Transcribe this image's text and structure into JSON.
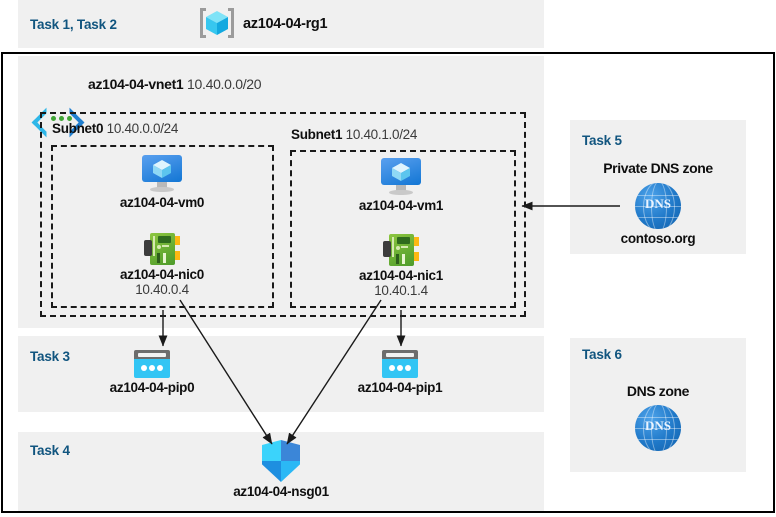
{
  "diagram": {
    "resource_group": {
      "task_label": "Task 1, Task 2",
      "name": "az104-04-rg1",
      "icon": "resource-group-icon"
    },
    "vnet": {
      "name": "az104-04-vnet1",
      "address_space": "10.40.0.0/20",
      "icon": "virtual-network-icon"
    },
    "subnets": [
      {
        "name": "Subnet0",
        "cidr": "10.40.0.0/24",
        "vm": {
          "name": "az104-04-vm0",
          "icon": "virtual-machine-icon"
        },
        "nic": {
          "name": "az104-04-nic0",
          "ip": "10.40.0.4",
          "icon": "network-interface-icon"
        }
      },
      {
        "name": "Subnet1",
        "cidr": "10.40.1.0/24",
        "vm": {
          "name": "az104-04-vm1",
          "icon": "virtual-machine-icon"
        },
        "nic": {
          "name": "az104-04-nic1",
          "ip": "10.40.1.4",
          "icon": "network-interface-icon"
        }
      }
    ],
    "public_ips": {
      "task_label": "Task 3",
      "items": [
        {
          "name": "az104-04-pip0",
          "icon": "public-ip-icon"
        },
        {
          "name": "az104-04-pip1",
          "icon": "public-ip-icon"
        }
      ]
    },
    "nsg": {
      "task_label": "Task 4",
      "name": "az104-04-nsg01",
      "icon": "network-security-group-shield-icon"
    },
    "private_dns": {
      "task_label": "Task 5",
      "heading": "Private DNS zone",
      "name": "contoso.org",
      "icon": "dns-globe-icon",
      "icon_text": "DNS"
    },
    "public_dns": {
      "task_label": "Task 6",
      "heading": "DNS zone",
      "icon": "dns-globe-icon",
      "icon_text": "DNS"
    },
    "colors": {
      "task_label": "#11557f",
      "panel_background": "#f0f0f0",
      "border": "#000000",
      "azure_blue": "#1276d4",
      "nic_green": "#4c9a2a",
      "pip_cyan": "#32c5f4"
    }
  }
}
